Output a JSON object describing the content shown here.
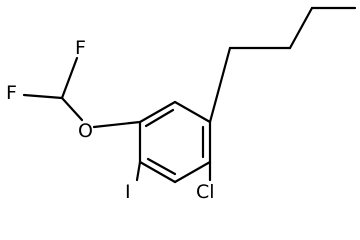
{
  "molecule": {
    "atoms": {
      "f1": "F",
      "f2": "F",
      "o": "O",
      "i": "I",
      "cl": "Cl"
    }
  },
  "colors": {
    "bond": "#000000",
    "background": "#ffffff"
  }
}
